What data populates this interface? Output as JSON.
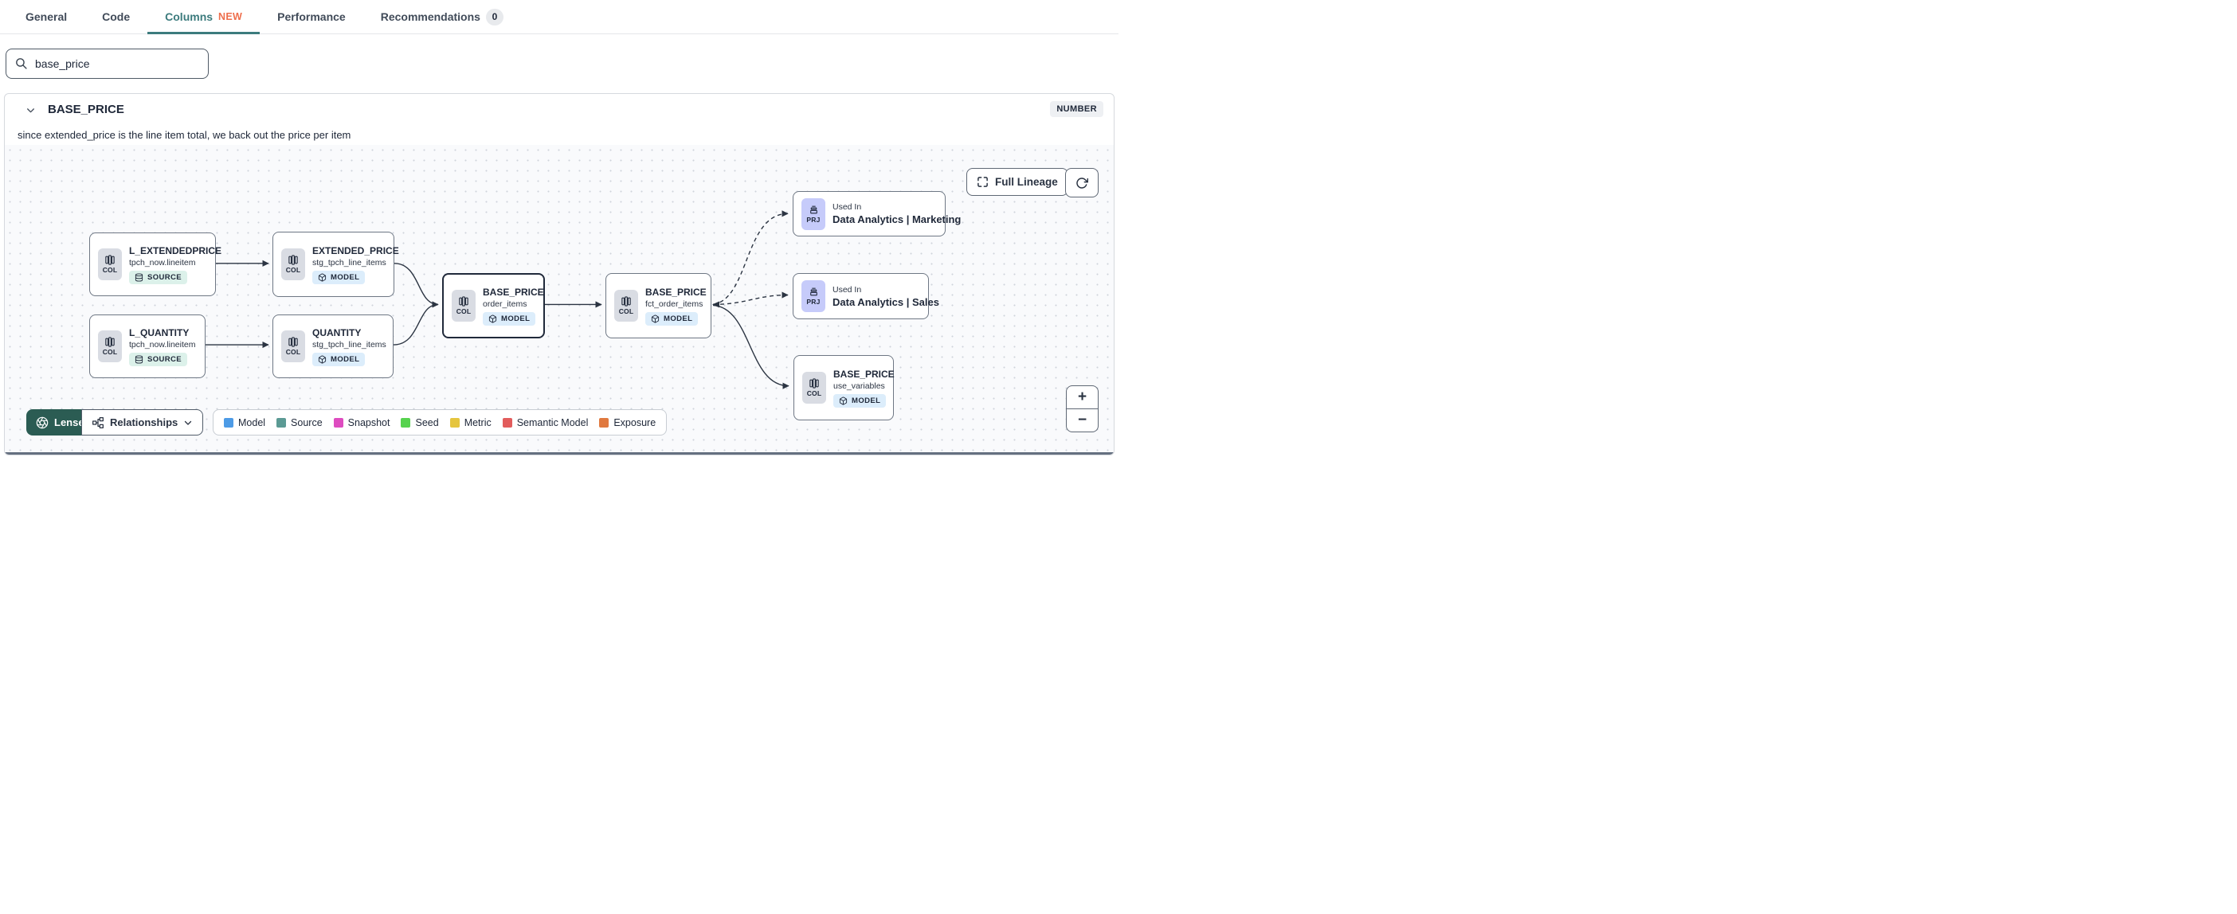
{
  "tabs": {
    "items": [
      {
        "label": "General"
      },
      {
        "label": "Code"
      },
      {
        "label": "Columns",
        "badge": "NEW"
      },
      {
        "label": "Performance"
      },
      {
        "label": "Recommendations",
        "count": "0"
      }
    ]
  },
  "search": {
    "value": "base_price"
  },
  "column": {
    "name": "BASE_PRICE",
    "type": "NUMBER",
    "description": "since extended_price is the line item total, we back out the price per item"
  },
  "lineage": {
    "full_lineage_label": "Full Lineage",
    "zoom_in_label": "+",
    "zoom_out_label": "−",
    "lenses_label": "Lenses",
    "relationships_label": "Relationships",
    "nodes": [
      {
        "tile": "COL",
        "title": "L_EXTENDEDPRICE",
        "subtitle": "tpch_now.lineitem",
        "badge": "SOURCE"
      },
      {
        "tile": "COL",
        "title": "EXTENDED_PRICE",
        "subtitle": "stg_tpch_line_items",
        "badge": "MODEL"
      },
      {
        "tile": "COL",
        "title": "L_QUANTITY",
        "subtitle": "tpch_now.lineitem",
        "badge": "SOURCE"
      },
      {
        "tile": "COL",
        "title": "QUANTITY",
        "subtitle": "stg_tpch_line_items",
        "badge": "MODEL"
      },
      {
        "tile": "COL",
        "title": "BASE_PRICE",
        "subtitle": "order_items",
        "badge": "MODEL"
      },
      {
        "tile": "COL",
        "title": "BASE_PRICE",
        "subtitle": "fct_order_items",
        "badge": "MODEL"
      },
      {
        "tile": "PRJ",
        "label": "Used In",
        "title": "Data Analytics | Marketing"
      },
      {
        "tile": "PRJ",
        "label": "Used In",
        "title": "Data Analytics | Sales"
      },
      {
        "tile": "COL",
        "title": "BASE_PRICE",
        "subtitle": "use_variables",
        "badge": "MODEL"
      }
    ],
    "legend": {
      "items": [
        {
          "label": "Model",
          "color": "#4d9be6"
        },
        {
          "label": "Source",
          "color": "#5b9a94"
        },
        {
          "label": "Snapshot",
          "color": "#de4cc0"
        },
        {
          "label": "Seed",
          "color": "#56d24e"
        },
        {
          "label": "Metric",
          "color": "#e5c53e"
        },
        {
          "label": "Semantic Model",
          "color": "#e25c5c"
        },
        {
          "label": "Exposure",
          "color": "#e0793f"
        }
      ]
    }
  }
}
